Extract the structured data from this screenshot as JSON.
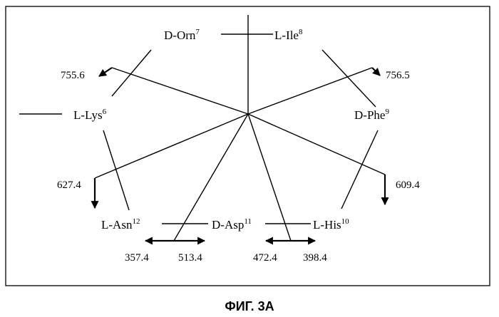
{
  "residues": {
    "d_orn": {
      "name": "D-Orn",
      "num": "7"
    },
    "l_ile": {
      "name": "L-Ile",
      "num": "8"
    },
    "l_lys": {
      "name": "L-Lys",
      "num": "6"
    },
    "d_phe": {
      "name": "D-Phe",
      "num": "9"
    },
    "l_asn": {
      "name": "L-Asn",
      "num": "12"
    },
    "d_asp": {
      "name": "D-Asp",
      "num": "11"
    },
    "l_his": {
      "name": "L-His",
      "num": "10"
    }
  },
  "masses": {
    "m755": "755.6",
    "m756": "756.5",
    "m627": "627.4",
    "m609": "609.4",
    "m357": "357.4",
    "m513": "513.4",
    "m472": "472.4",
    "m398": "398.4"
  },
  "caption": "ФИГ. 3А"
}
